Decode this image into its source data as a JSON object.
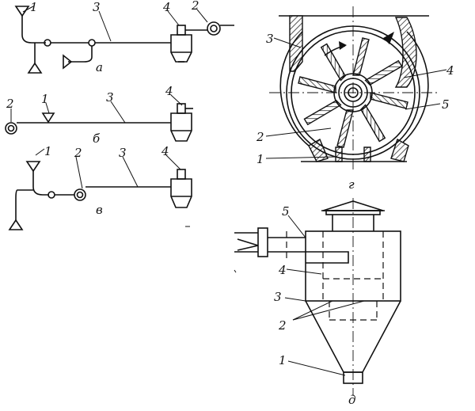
{
  "labels": {
    "one": "1",
    "two": "2",
    "three": "3",
    "four": "4",
    "five": "5"
  },
  "variants": {
    "a": "а",
    "b": "б",
    "v": "в",
    "g": "г",
    "d": "д"
  }
}
